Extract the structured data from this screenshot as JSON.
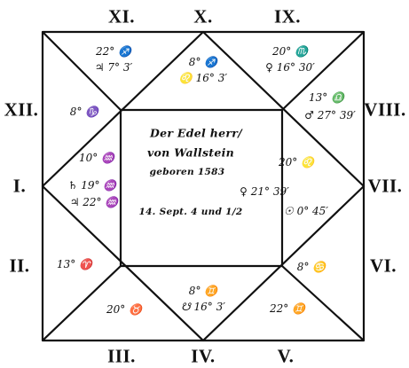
{
  "house_labels": {
    "h1": "I.",
    "h2": "II.",
    "h3": "III.",
    "h4": "IV.",
    "h5": "V.",
    "h6": "VI.",
    "h7": "VII.",
    "h8": "VIII.",
    "h9": "IX.",
    "h10": "X.",
    "h11": "XI.",
    "h12": "XII."
  },
  "house_cusps": {
    "h1": "10° ♒",
    "h2": "13° ♈",
    "h3": "20° ♉",
    "h4": "8° ♊",
    "h5": "22° ♊",
    "h6": "8° ♋",
    "h7": "20° ♌",
    "h8": "13° ♎",
    "h9": "20° ♏",
    "h10": "8° ♐",
    "h11": "22° ♐",
    "h12": "8° ♑"
  },
  "planet_positions": {
    "h1": "♄ 19° ♒",
    "h1b": "♃ 22° ♒",
    "h7": "♀ 21° 39′",
    "h7b": "☉ 0° 45′",
    "h8": "♂ 27° 39′",
    "h9": "♀ 16° 30′",
    "h10": "♌ 16° 3′",
    "h11": "♃ 7° 3′",
    "h4": "☋ 16° 3′"
  },
  "center": {
    "line1": "Der Edel herr/",
    "line2": "von Wallstein",
    "line3": "geboren 1583",
    "line4": "14. Sept. 4 und 1/2"
  },
  "colors": {
    "ink": "#111111",
    "paper": "#ffffff"
  }
}
